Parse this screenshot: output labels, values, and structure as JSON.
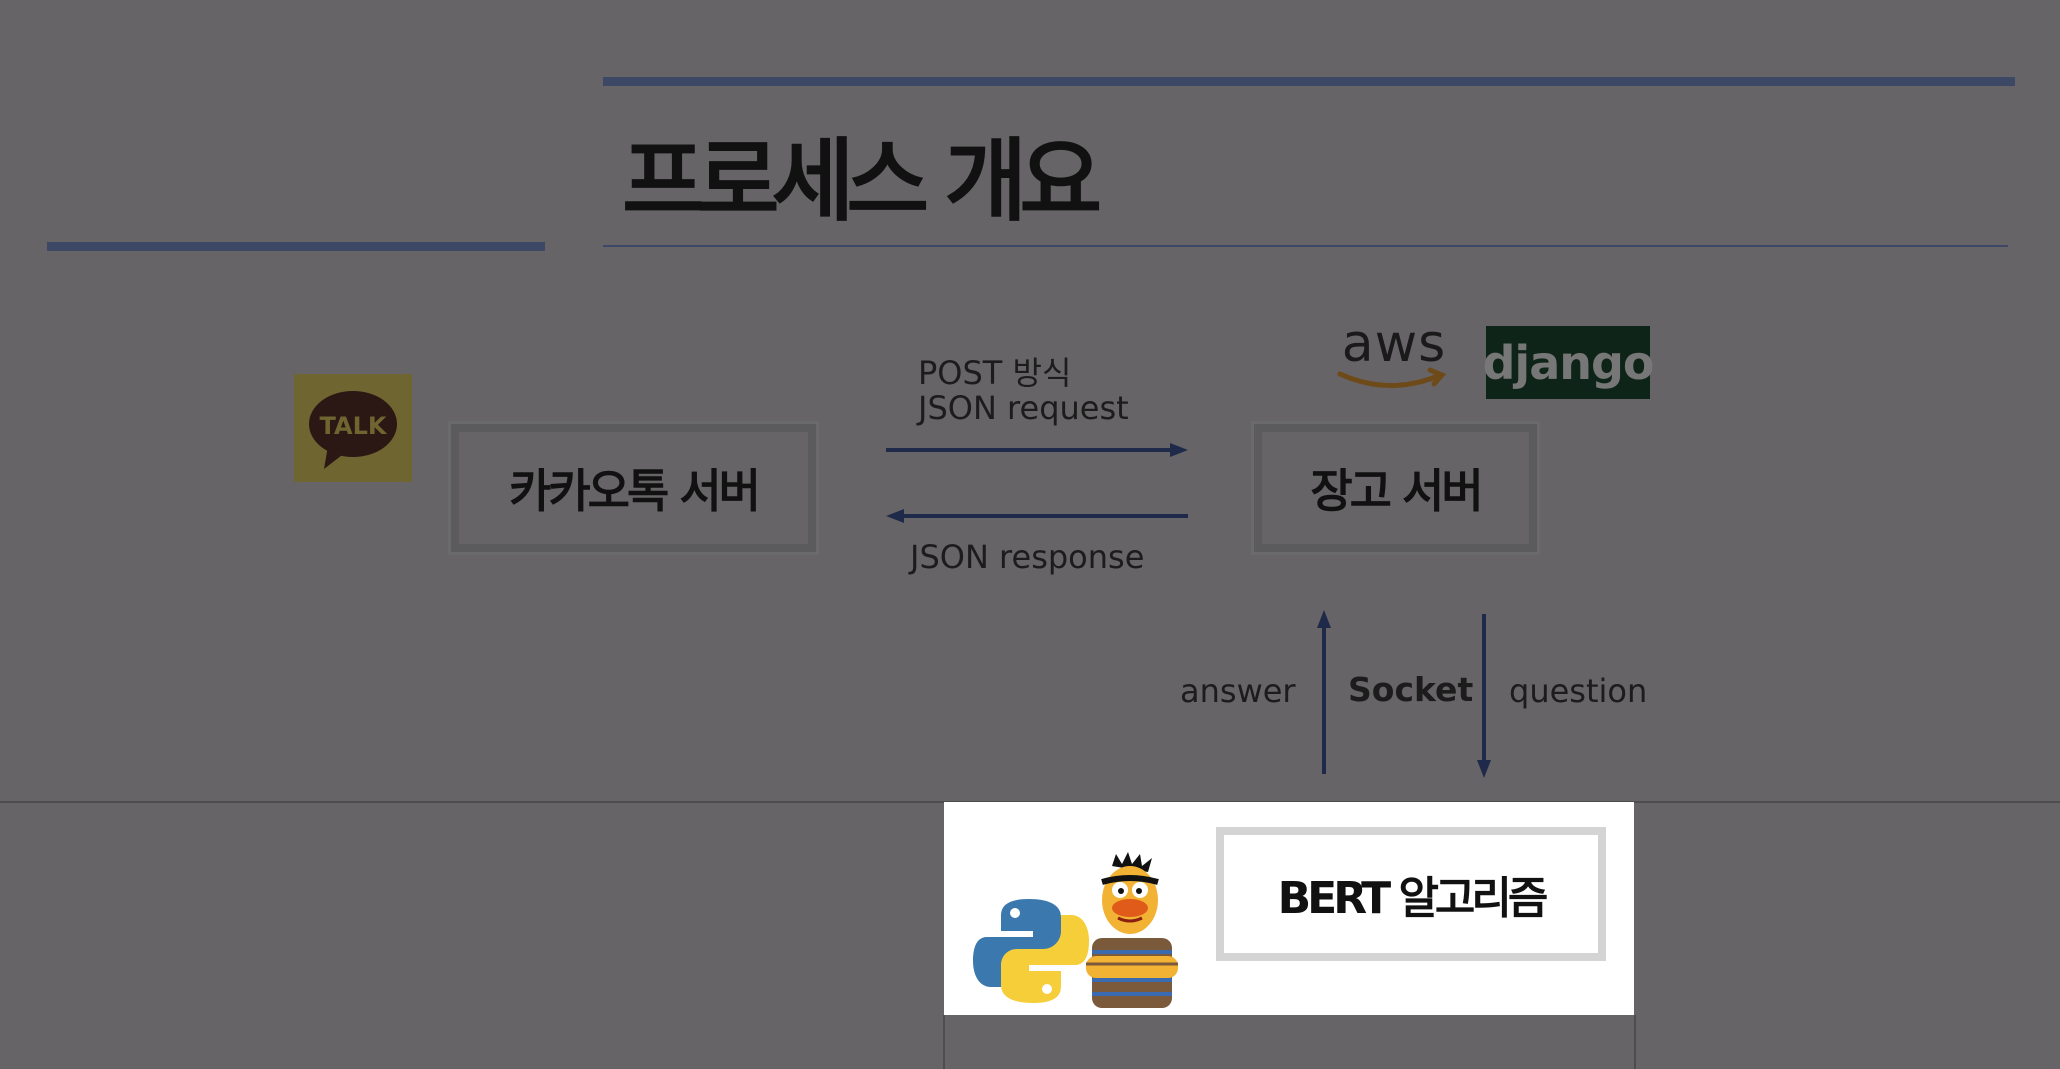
{
  "title": "프로세스 개요",
  "nodes": {
    "kakao_server": "카카오톡 서버",
    "django_server": "장고 서버",
    "bert": "BERT 알고리즘"
  },
  "edges": {
    "request_line1": "POST 방식",
    "request_line2": "JSON request",
    "response": "JSON response",
    "answer": "answer",
    "socket": "Socket",
    "question": "question"
  },
  "logos": {
    "kakao": "TALK",
    "aws": "aws",
    "django": "django"
  },
  "colors": {
    "background": "#666466",
    "accent_line": "#3d4866",
    "kakao_yellow": "#6e6530",
    "django_green": "#0f2418"
  }
}
